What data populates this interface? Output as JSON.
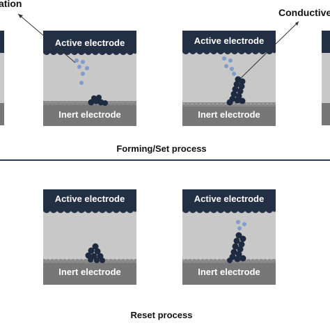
{
  "annotations": {
    "left_cut": "ation",
    "right": "Conductive"
  },
  "electrode_labels": {
    "active": "Active electrode",
    "inert": "Inert electrode"
  },
  "process_labels": {
    "forming_set": "Forming/Set process",
    "reset": "Reset process"
  },
  "colors": {
    "active_electrode": "#222f45",
    "oxide_layer": "#c8c8c8",
    "inert_electrode": "#777777",
    "ion": "#7f9ccb",
    "filament": "#1d2a40",
    "divider": "#2b3a55",
    "text_on_dark": "#ffffff",
    "text_on_light": "#111111"
  }
}
